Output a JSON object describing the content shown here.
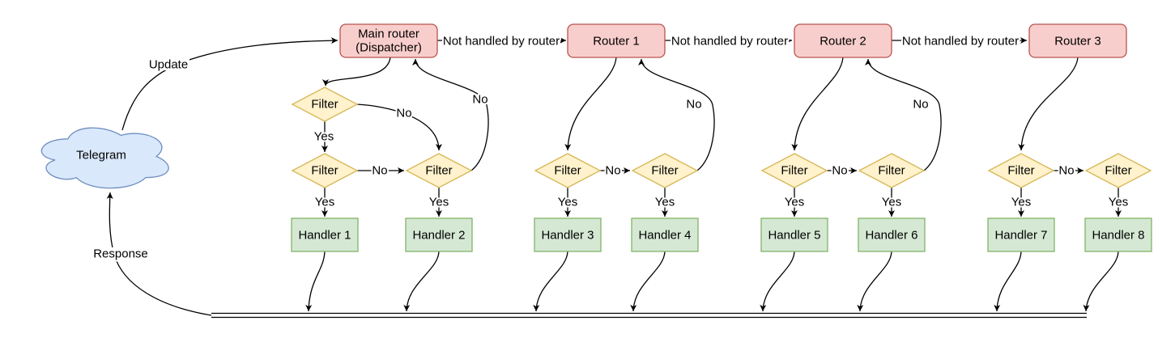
{
  "cloud": {
    "label": "Telegram"
  },
  "labels": {
    "update": "Update",
    "response": "Response",
    "not_handled": "Not handled by router",
    "yes": "Yes",
    "no": "No"
  },
  "groups": [
    {
      "router": {
        "label": "Main router",
        "sublabel": "(Dispatcher)"
      },
      "filters": [
        "Filter",
        "Filter",
        "Filter"
      ],
      "handlers": [
        "Handler 1",
        "Handler 2"
      ]
    },
    {
      "router": {
        "label": "Router 1"
      },
      "filters": [
        "Filter",
        "Filter"
      ],
      "handlers": [
        "Handler 3",
        "Handler 4"
      ]
    },
    {
      "router": {
        "label": "Router 2"
      },
      "filters": [
        "Filter",
        "Filter"
      ],
      "handlers": [
        "Handler 5",
        "Handler 6"
      ]
    },
    {
      "router": {
        "label": "Router 3"
      },
      "filters": [
        "Filter",
        "Filter"
      ],
      "handlers": [
        "Handler 7",
        "Handler 8"
      ]
    }
  ],
  "colors": {
    "router_fill": "#f8cecc",
    "router_stroke": "#b85450",
    "filter_fill": "#fff2cc",
    "filter_stroke": "#d6b656",
    "handler_fill": "#d5e8d4",
    "handler_stroke": "#82b366",
    "cloud_fill": "#dae8fc",
    "cloud_stroke": "#6c8ebf",
    "line": "#000000",
    "text": "#000000",
    "background": "#ffffff"
  }
}
